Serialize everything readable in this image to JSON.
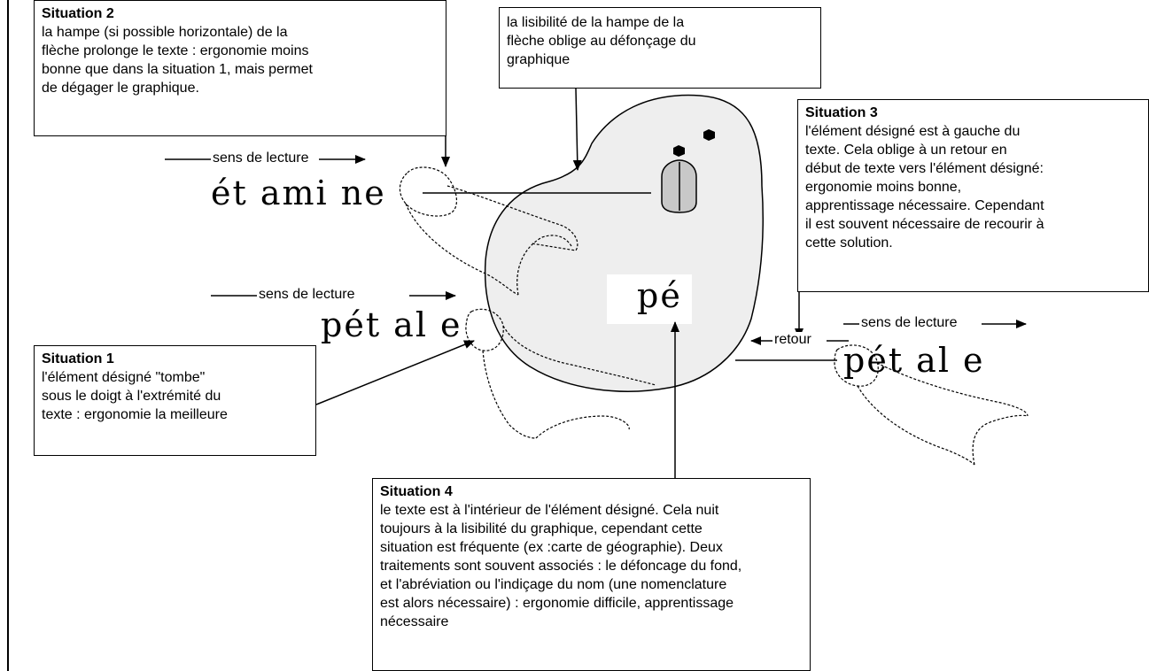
{
  "situations": {
    "s1": {
      "title": "Situation 1",
      "body": "l'élément désigné \"tombe\"\nsous le doigt à l'extrémité du\ntexte : ergonomie la meilleure"
    },
    "s2": {
      "title": "Situation 2",
      "body": "la hampe (si possible horizontale) de la\nflèche prolonge le texte : ergonomie moins\nbonne que dans la situation 1, mais permet\nde dégager le graphique."
    },
    "s3": {
      "title": "Situation 3",
      "body": "l'élément désigné est à gauche du\ntexte. Cela oblige à un retour en\ndébut de texte vers l'élément désigné:\nergonomie moins bonne,\napprentissage nécessaire. Cependant\nil est souvent nécessaire de recourir à\ncette solution."
    },
    "s4": {
      "title": "Situation 4",
      "body": "le texte est à l'intérieur de l'élément désigné. Cela nuit\ntoujours à la lisibilité du graphique, cependant cette\nsituation est fréquente (ex :carte de géographie). Deux\ntraitements sont souvent associés : le défoncage du fond,\net l'abréviation ou l'indiçage du nom (une nomenclature\nest alors nécessaire) : ergonomie difficile, apprentissage\nnécessaire"
    },
    "top_note": "la lisibilité de la hampe de la\nflèche oblige au défonçage du\ngraphique"
  },
  "labels": {
    "reading_direction": "sens de lecture",
    "return": "retour"
  },
  "words": {
    "etamine": "ét ami ne",
    "petale_left": "pét al e",
    "pe": "pé",
    "petale_right": "pét al e"
  },
  "colors": {
    "blob_fill": "#eeeeee",
    "stamen_fill": "#c8c8c8",
    "line": "#000000"
  }
}
